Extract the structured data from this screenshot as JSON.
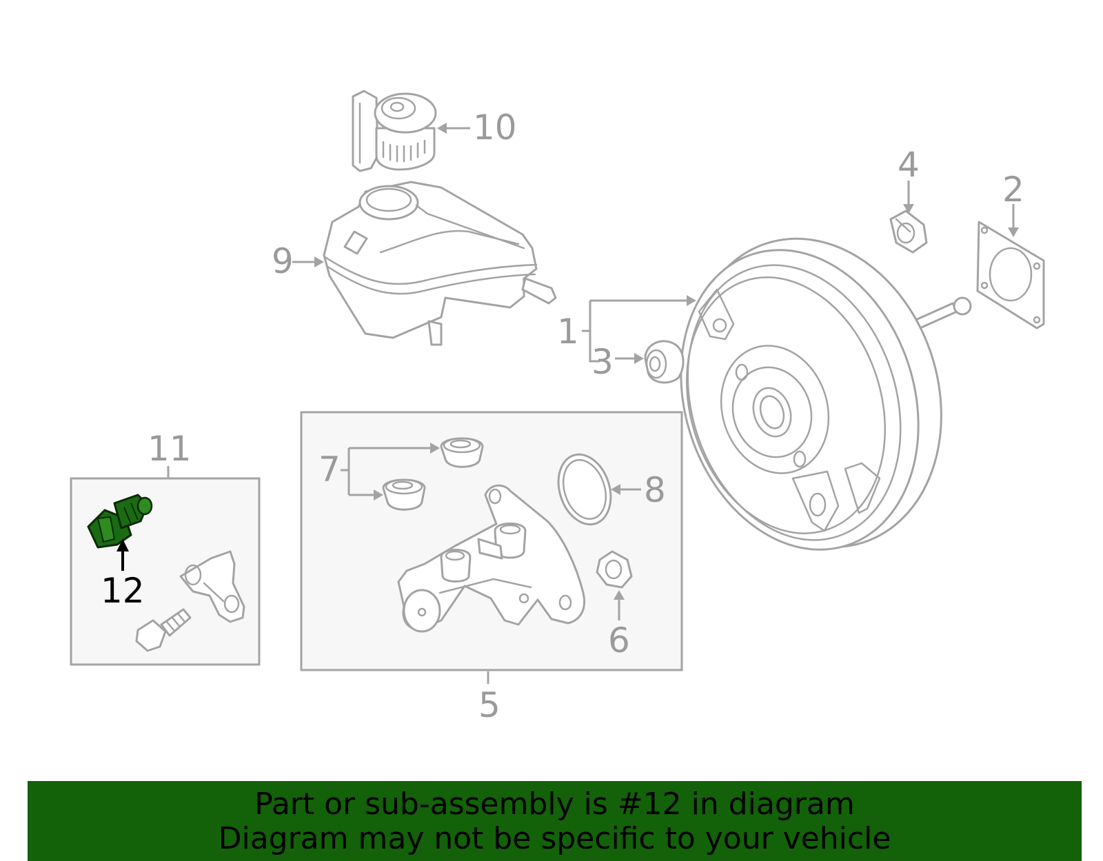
{
  "callouts": {
    "c1": "1",
    "c2": "2",
    "c3": "3",
    "c4": "4",
    "c5": "5",
    "c6": "6",
    "c7": "7",
    "c8": "8",
    "c9": "9",
    "c10": "10",
    "c11": "11",
    "c12": "12"
  },
  "highlighted_part": "12",
  "colors": {
    "banner": "#136109",
    "highlight_part": "#1a6b12",
    "line_art": "#a3a3a3",
    "callout_text": "#9a9a9a"
  },
  "banner": {
    "line1": "Part or sub-assembly is #12 in diagram",
    "line2": "Diagram may not be specific to your vehicle"
  }
}
